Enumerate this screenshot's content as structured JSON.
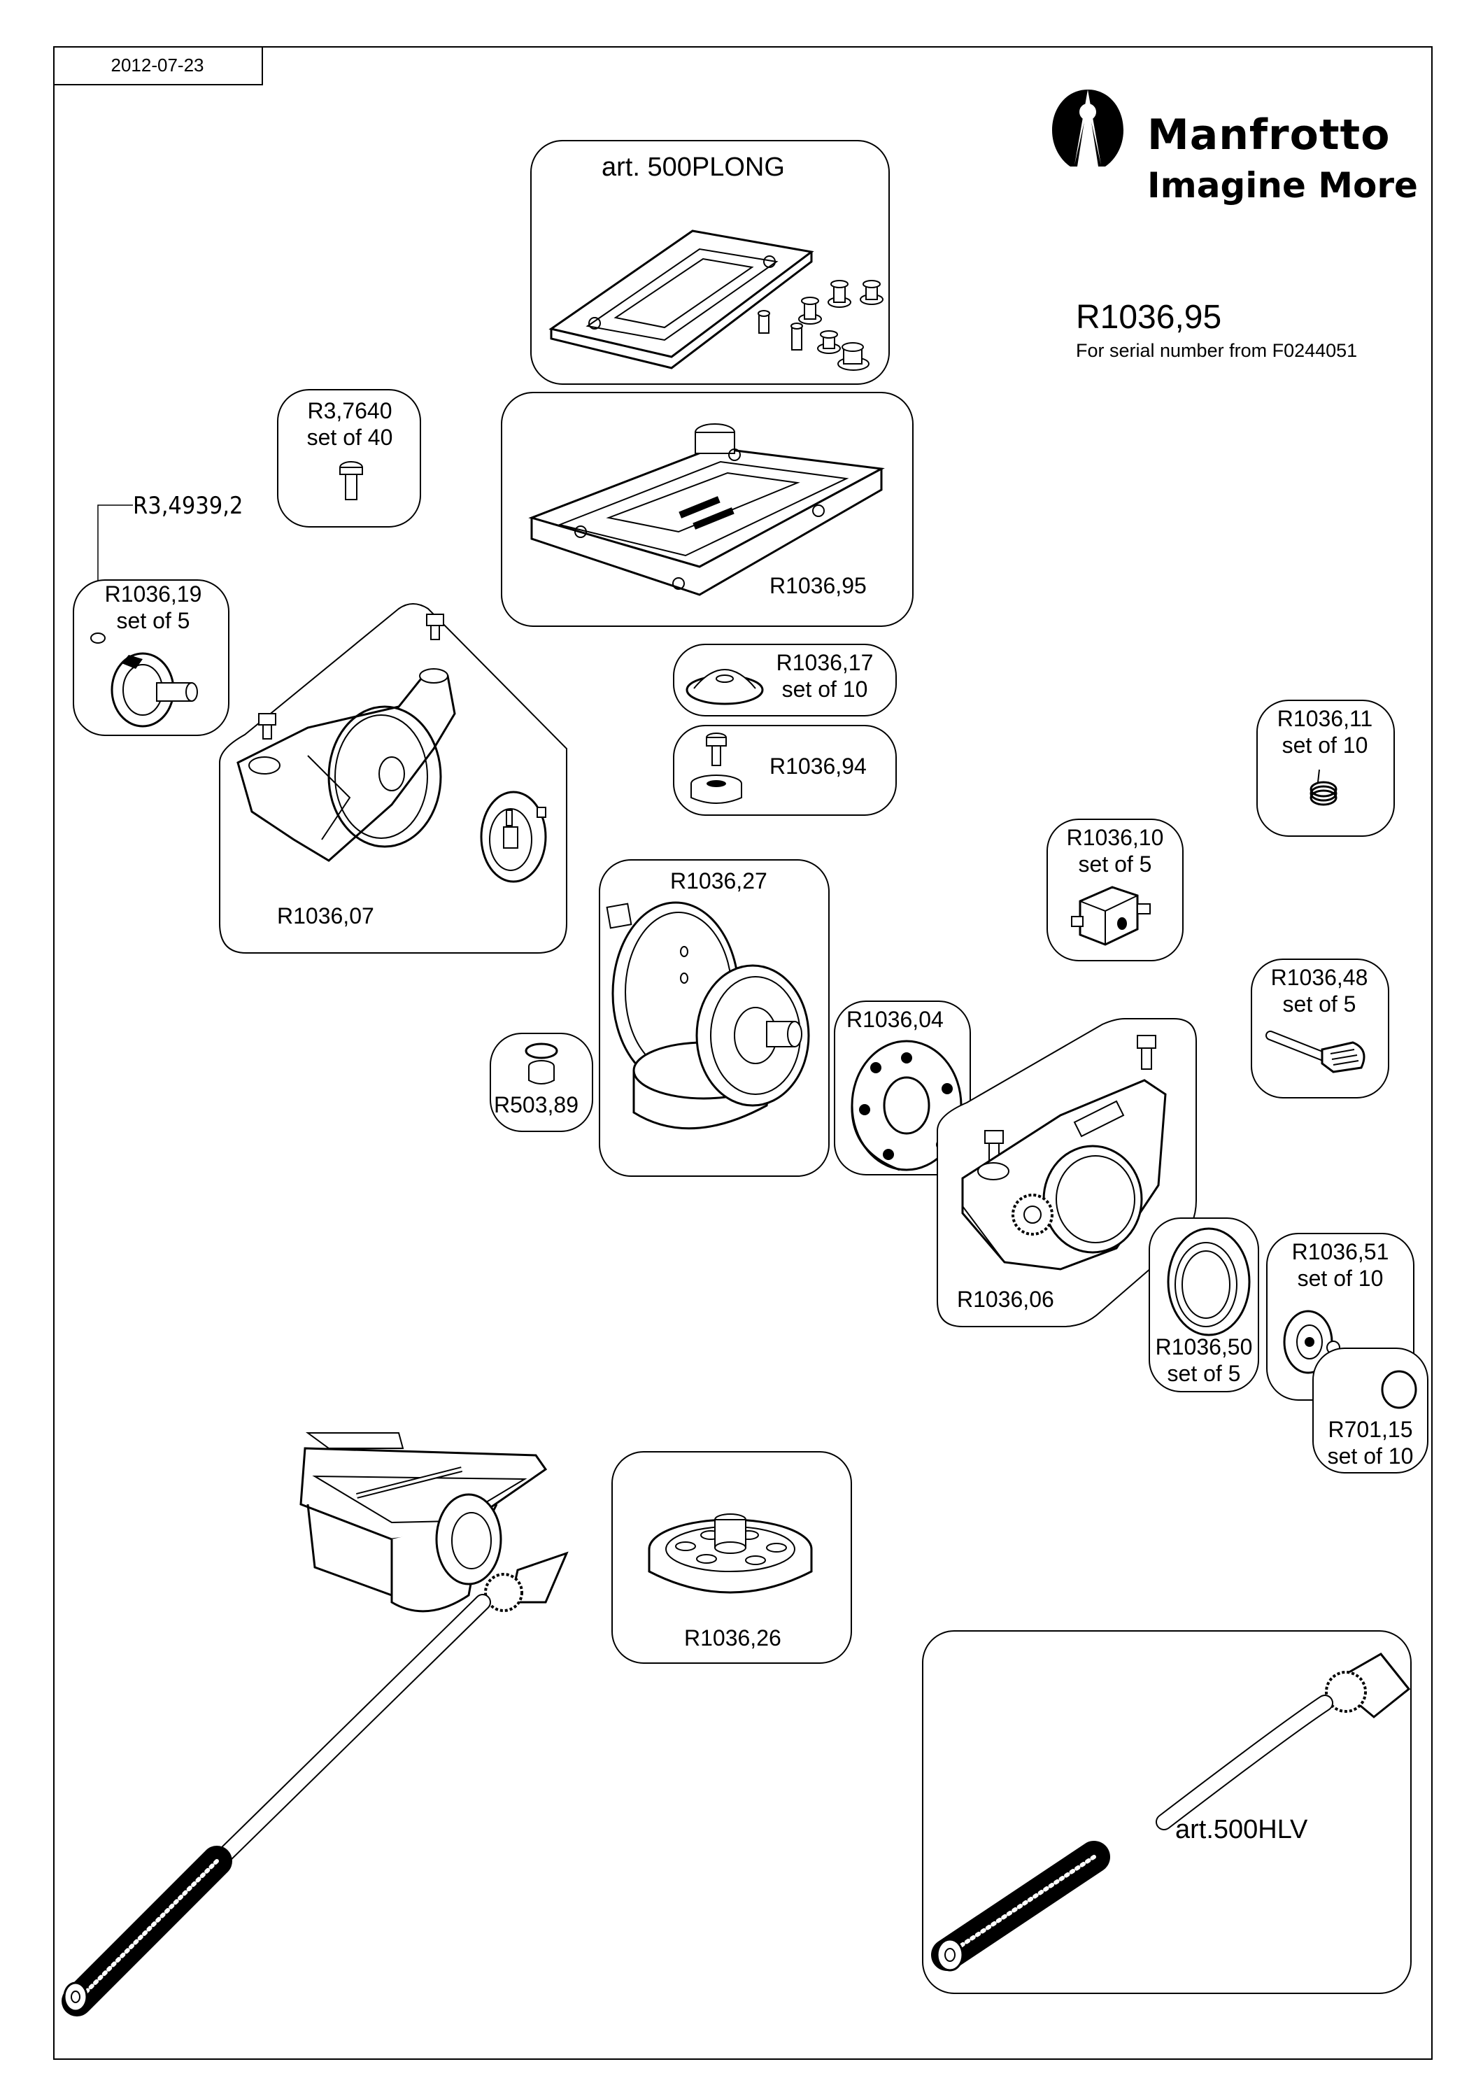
{
  "header": {
    "date": "2012-07-23"
  },
  "brand": {
    "name": "Manfrotto",
    "tagline": "Imagine More"
  },
  "reference": {
    "code": "R1036,95",
    "note": "For serial number from F0244051"
  },
  "parts": {
    "art_500plong": {
      "label": "art. 500PLONG"
    },
    "r3_7640": {
      "code": "R3,7640",
      "qty": "set of 40"
    },
    "r1036_95": {
      "code": "R1036,95"
    },
    "r3_4939": {
      "code": "R3,4939,2"
    },
    "r1036_19": {
      "code": "R1036,19",
      "qty": "set of 5"
    },
    "r1036_17": {
      "code": "R1036,17",
      "qty": "set of 10"
    },
    "r1036_94": {
      "code": "R1036,94"
    },
    "r1036_07": {
      "code": "R1036,07"
    },
    "r1036_11": {
      "code": "R1036,11",
      "qty": "set of 10"
    },
    "r1036_10": {
      "code": "R1036,10",
      "qty": "set of 5"
    },
    "r1036_27": {
      "code": "R1036,27"
    },
    "r1036_48": {
      "code": "R1036,48",
      "qty": "set of 5"
    },
    "r1036_04": {
      "code": "R1036,04"
    },
    "r503_89": {
      "code": "R503,89"
    },
    "r1036_06": {
      "code": "R1036,06"
    },
    "r1036_51": {
      "code": "R1036,51",
      "qty": "set of 10"
    },
    "r1036_50": {
      "code": "R1036,50",
      "qty": "set of 5"
    },
    "r701_15": {
      "code": "R701,15",
      "qty": "set of 10"
    },
    "r1036_26": {
      "code": "R1036,26"
    },
    "art_500hlv": {
      "label": "art.500HLV"
    }
  }
}
